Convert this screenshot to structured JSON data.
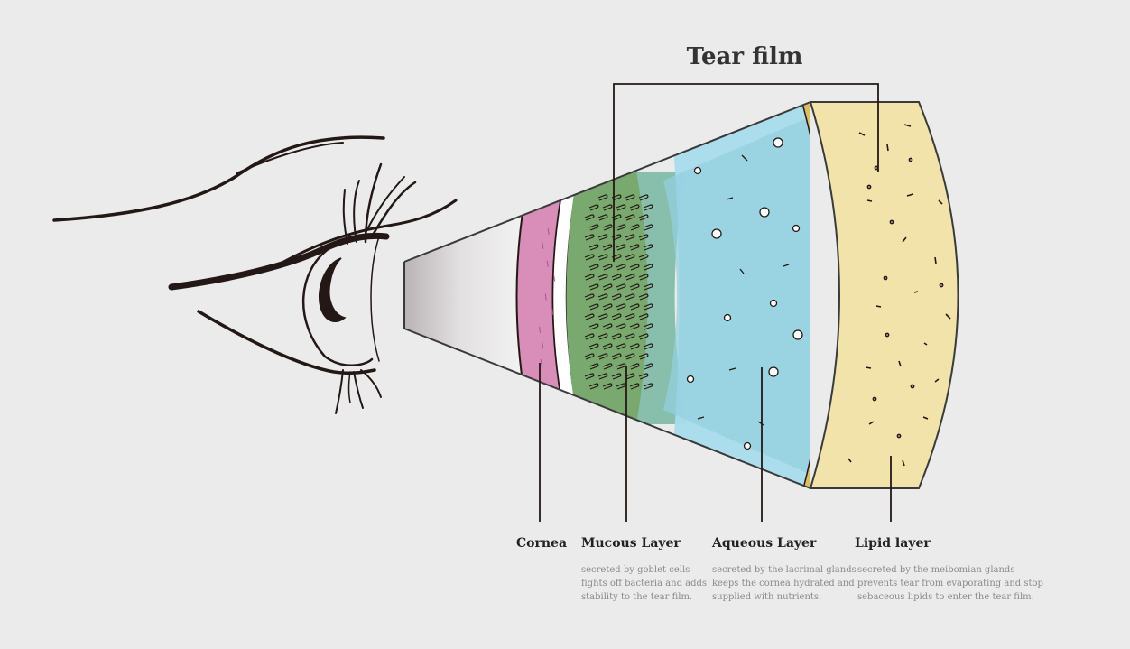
{
  "title": "Tear film",
  "layers": [
    {
      "id": "cornea",
      "label": "Cornea",
      "description": ""
    },
    {
      "id": "mucous",
      "label": "Mucous Layer",
      "description": "secreted by goblet cells\nfights off bacteria and adds\nstability to the tear film."
    },
    {
      "id": "aqueous",
      "label": "Aqueous Layer",
      "description": "secreted by the lacrimal glands\nkeeps the cornea hydrated and\nsupplied with nutrients."
    },
    {
      "id": "lipid",
      "label": "Lipid layer",
      "description": "secreted by the meibomian glands\nprevents tear from evaporating and stop\nsebaceous lipids to enter the tear film."
    }
  ],
  "colors": {
    "background": "#ebebeb",
    "cornea": "#d98eb9",
    "mucous": "#79a96e",
    "aqueous": "#a9dcec",
    "lipid": "#f1e3a9",
    "lipid_edge": "#d9bf62",
    "ink": "#231815"
  }
}
